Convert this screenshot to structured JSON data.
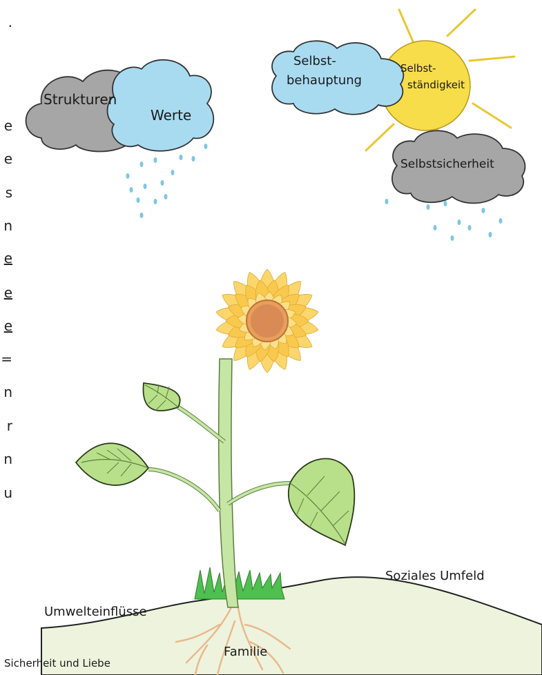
{
  "clouds": {
    "strukturen": "Strukturen",
    "werte": "Werte",
    "selbstbehauptung": [
      "Selbst-",
      "behauptung"
    ],
    "selbststaendigkeit": [
      "Selbst-",
      "ständigkeit"
    ],
    "selbstsicherheit": "Selbstsicherheit"
  },
  "ground": {
    "umwelteinfluesse": "Umwelteinflüsse",
    "soziales_umfeld": "Soziales Umfeld",
    "familie": "Familie",
    "sicherheit_und_liebe": "Sicherheit und Liebe"
  },
  "edge_letters": [
    ".",
    "e",
    "e",
    "s",
    "n",
    "e",
    "e",
    "e",
    "=",
    "n",
    "r",
    "n",
    "u"
  ],
  "colors": {
    "sun": "#f7dd4a",
    "sun_rays": "#e8c832",
    "rain_cloud": "#a9dbf0",
    "storm_cloud": "#a6a6a6",
    "petals": "#fbd66c",
    "flower_center": "#e6a05a",
    "leaf": "#b8e08a",
    "stem": "#c6e6a6",
    "hill": "#eef3de",
    "grass": "#4fbf4f",
    "roots": "#e9b98c",
    "rain_drop": "#7fc6e4"
  }
}
